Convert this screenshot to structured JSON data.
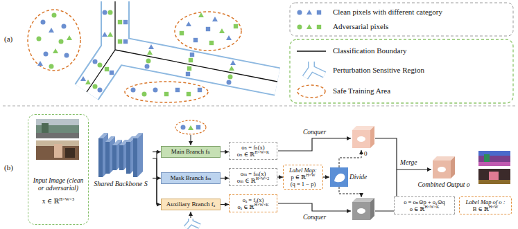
{
  "diagram": {
    "nodes": [
      {
        "text": [
          "Input Image (clean or adversarial)",
          "x ∈ ℝH×W×3"
        ]
      },
      {
        "text": [
          "Shared Backbone S"
        ]
      },
      {
        "text": [
          "Main Branch fₙ"
        ]
      },
      {
        "text": [
          "Mask Branch fₘ"
        ]
      },
      {
        "text": [
          "Auxiliary Branch fₐ"
        ]
      },
      {
        "text": [
          "oₙ = fₙ(x)",
          "oₙ ∈ ℝH×W×K"
        ]
      },
      {
        "text": [
          "oₘ = fₘ(x)",
          "oₘ ∈ ℝH×W×2"
        ]
      },
      {
        "text": [
          "oₐ = fₐ(x)",
          "oₐ ∈ ℝH×W×K"
        ]
      },
      {
        "text": [
          "Label Map:",
          "p ∈ ℝH×W",
          "(q = 1 − p)"
        ]
      },
      {
        "text": [
          "Combined Output o"
        ]
      },
      {
        "text": [
          "o = oₙ⊙p + oₐ⊙q",
          "o ∈ ℝH×W×K"
        ]
      },
      {
        "text": [
          "Label Map of o :",
          "B ∈ ℝH×W"
        ]
      }
    ],
    "edges": [
      {
        "from": 1,
        "to": 2,
        "arrow": "to"
      },
      {
        "from": 1,
        "to": 3,
        "arrow": "to"
      },
      {
        "from": 1,
        "to": 4,
        "arrow": "to"
      },
      {
        "from": 2,
        "to": 5,
        "arrow": "to"
      },
      {
        "from": 3,
        "to": 6,
        "arrow": "to"
      },
      {
        "from": 4,
        "to": 7,
        "arrow": "to"
      },
      {
        "from": 6,
        "to": 8,
        "arrow": "to"
      }
    ],
    "labels": [
      "(a)",
      "(b)",
      "Conquer",
      "Divide",
      "0",
      "Conquer",
      "Merge"
    ],
    "legend": [
      {
        "text": "Clean pixels with different category"
      },
      {
        "text": "Adversarial pixels"
      },
      {
        "text": "Classification Boundary"
      },
      {
        "text": "Perturbation Sensitive Region"
      },
      {
        "text": "Safe Training Area"
      }
    ]
  }
}
